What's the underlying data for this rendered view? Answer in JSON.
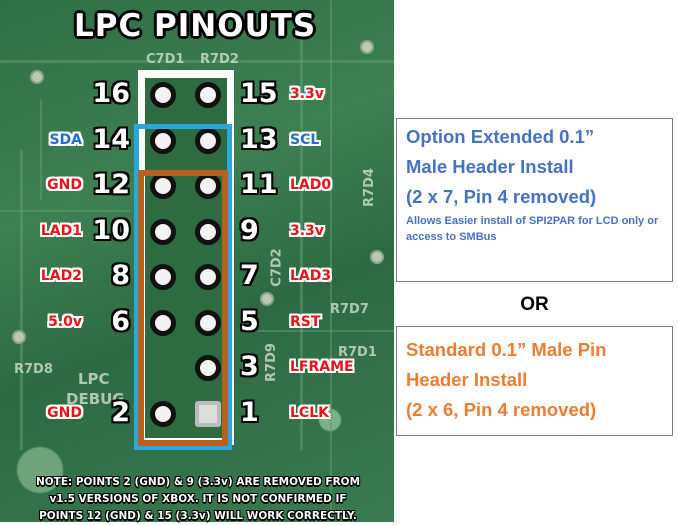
{
  "diagram": {
    "title": "LPC PINOUTS",
    "rows": [
      {
        "left_num": "16",
        "left_sig": "",
        "right_num": "15",
        "right_sig": "3.3v",
        "right_color": "#e8141b",
        "left_color": ""
      },
      {
        "left_num": "14",
        "left_sig": "SDA",
        "right_num": "13",
        "right_sig": "SCL",
        "left_color": "#1f6fd1",
        "right_color": "#1f6fd1"
      },
      {
        "left_num": "12",
        "left_sig": "GND",
        "right_num": "11",
        "right_sig": "LAD0",
        "left_color": "#e8141b",
        "right_color": "#e8141b"
      },
      {
        "left_num": "10",
        "left_sig": "LAD1",
        "right_num": "9",
        "right_sig": "3.3v",
        "left_color": "#e8141b",
        "right_color": "#e8141b"
      },
      {
        "left_num": "8",
        "left_sig": "LAD2",
        "right_num": "7",
        "right_sig": "LAD3",
        "left_color": "#e8141b",
        "right_color": "#e8141b"
      },
      {
        "left_num": "6",
        "left_sig": "5.0v",
        "right_num": "5",
        "right_sig": "RST",
        "left_color": "#e8141b",
        "right_color": "#e8141b"
      },
      {
        "left_num": "",
        "left_sig": "",
        "right_num": "3",
        "right_sig": "LFRAME",
        "left_color": "",
        "right_color": "#e8141b"
      },
      {
        "left_num": "2",
        "left_sig": "GND",
        "right_num": "1",
        "right_sig": "LCLK",
        "left_color": "#e8141b",
        "right_color": "#e8141b"
      }
    ],
    "silkscreen": [
      "R7D2",
      "C7D1",
      "R7D8",
      "R7D4",
      "C7D2",
      "R7D7",
      "R7D1",
      "R7D9",
      "LPC",
      "DEBUG"
    ],
    "note_line1": "NOTE: POINTS 2 (GND) & 9 (3.3v) ARE REMOVED FROM",
    "note_line2": "v1.5 VERSIONS OF XBOX. IT IS NOT CONFIRMED IF",
    "note_line3": "POINTS 12 (GND) & 15 (3.3v) WILL WORK CORRECTLY."
  },
  "option_extended": {
    "line1": "Option Extended 0.1”",
    "line2": "Male Header Install",
    "line3": "(2 x 7, Pin 4 removed)",
    "detail": "Allows Easier install of SPI2PAR for LCD only or access to SMBus",
    "color": "#4472c4"
  },
  "or_label": "OR",
  "option_standard": {
    "line1": "Standard 0.1” Male Pin",
    "line2": "Header Install",
    "line3": "(2 x 6, Pin 4 removed)",
    "color": "#ed7d31"
  }
}
